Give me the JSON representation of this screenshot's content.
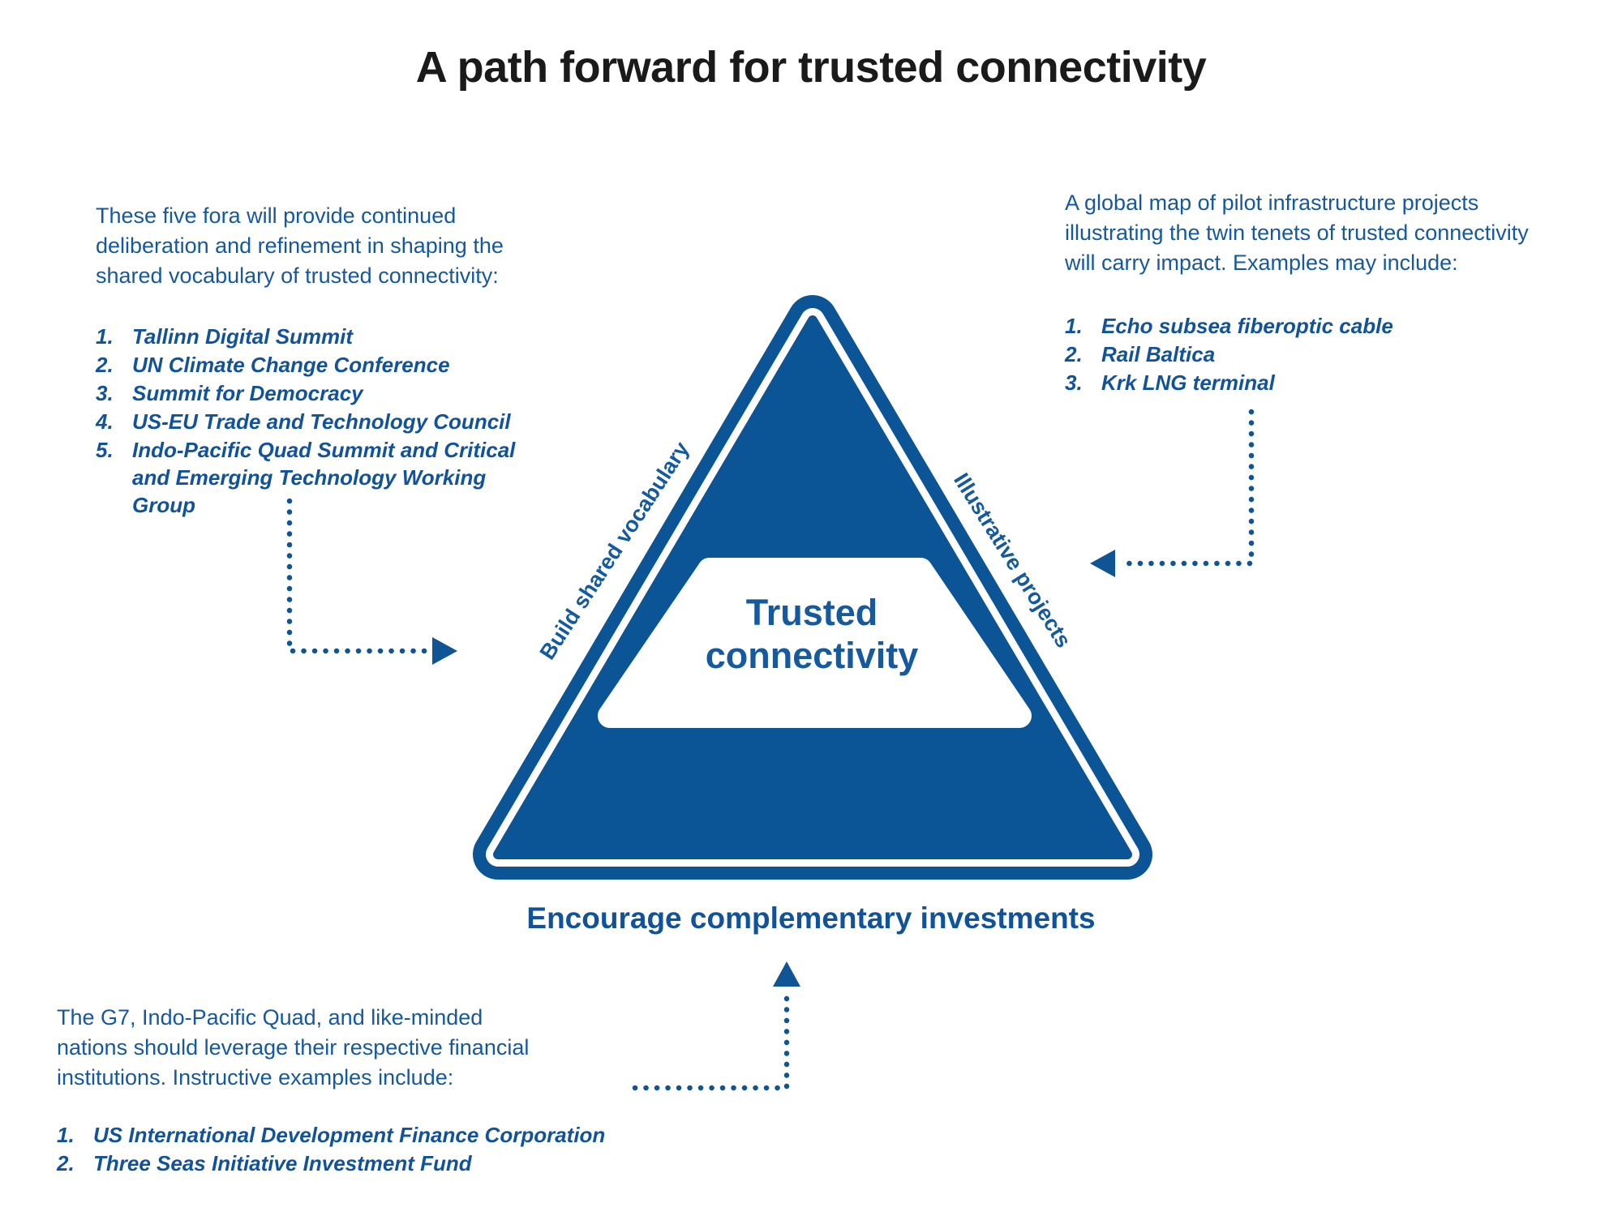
{
  "title": "A path forward for trusted connectivity",
  "triangle": {
    "center_label_line1": "Trusted",
    "center_label_line2": "connectivity",
    "left_edge_label": "Build shared vocabulary",
    "right_edge_label": "Illustrative projects",
    "bottom_edge_label": "Encourage complementary investments"
  },
  "left_block": {
    "intro_lines": [
      "These five fora will provide continued",
      "deliberation and refinement in shaping the",
      "shared vocabulary of trusted connectivity:"
    ],
    "items": [
      "Tallinn Digital Summit",
      "UN Climate Change Conference",
      "Summit for Democracy",
      "US-EU Trade and Technology Council",
      "Indo-Pacific Quad Summit and Critical and Emerging Technology Working Group"
    ]
  },
  "right_block": {
    "intro_lines": [
      "A global map of pilot infrastructure projects",
      "illustrating the twin tenets of trusted connectivity",
      "will carry impact. Examples may include:"
    ],
    "items": [
      "Echo subsea fiberoptic cable",
      "Rail Baltica",
      "Krk LNG terminal"
    ]
  },
  "bottom_block": {
    "intro_lines": [
      "The G7, Indo-Pacific Quad, and like-minded",
      "nations should leverage their respective financial",
      "institutions. Instructive examples include:"
    ],
    "items": [
      "US International Development Finance Corporation",
      "Three Seas Initiative Investment Fund"
    ]
  },
  "colors": {
    "triangle_blue": "#0b5596",
    "text_blue": "#14599f",
    "title_black": "#1a1a1a",
    "background": "#ffffff"
  }
}
